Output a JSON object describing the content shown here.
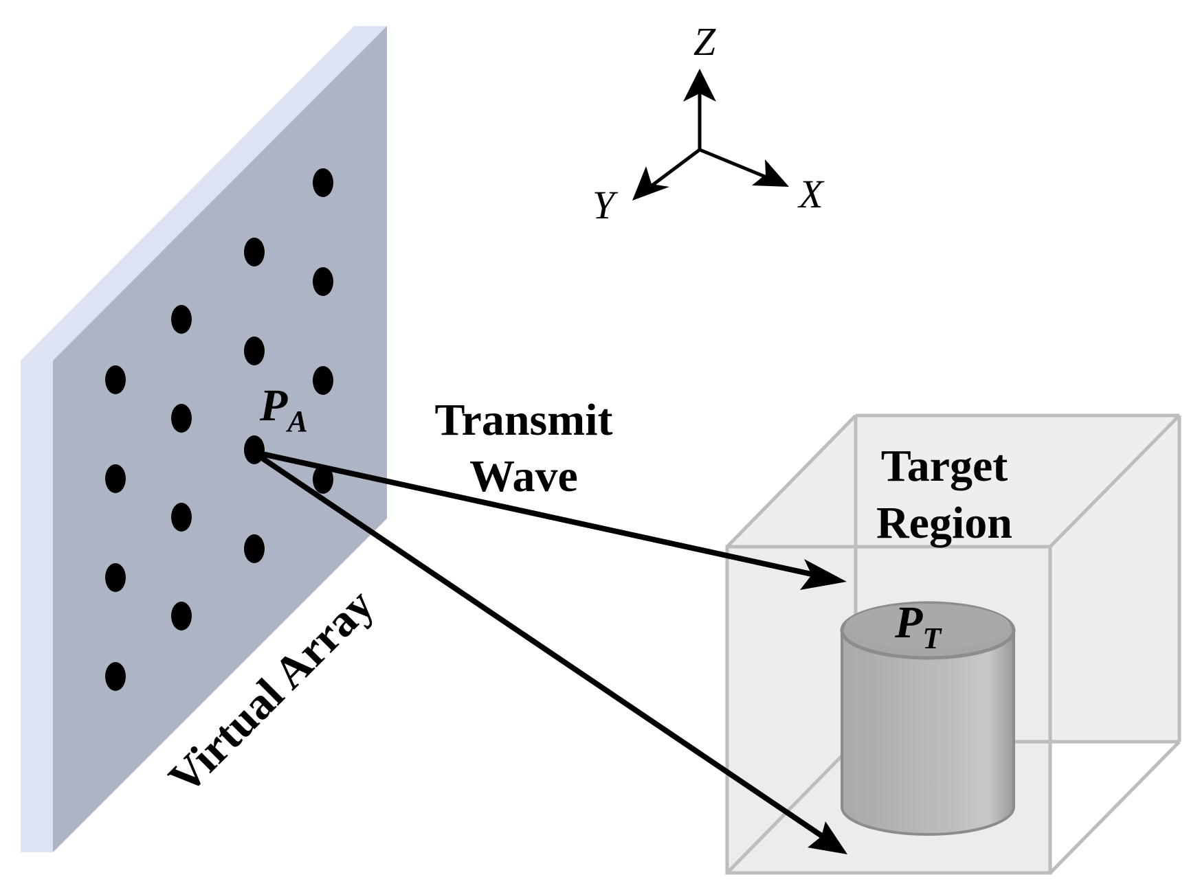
{
  "labels": {
    "axis_z": "Z",
    "axis_y": "Y",
    "axis_x": "X",
    "point_a_main": "P",
    "point_a_sub": "A",
    "point_t_main": "P",
    "point_t_sub": "T",
    "transmit_line1": "Transmit",
    "transmit_line2": "Wave",
    "target_line1": "Target",
    "target_line2": "Region",
    "array_label": "Virtual Array"
  },
  "colors": {
    "panel_face": "#adb4c4",
    "panel_edge": "#dde3f3",
    "box_fill": "#eeeeee",
    "box_edge": "#bdbdbd",
    "cylinder_body": "#b4b4b4",
    "cylinder_top": "#a8a8a8",
    "ink": "#000000"
  },
  "array_elements": {
    "columns": 4,
    "rows_per_column": [
      4,
      4,
      4,
      4
    ]
  }
}
